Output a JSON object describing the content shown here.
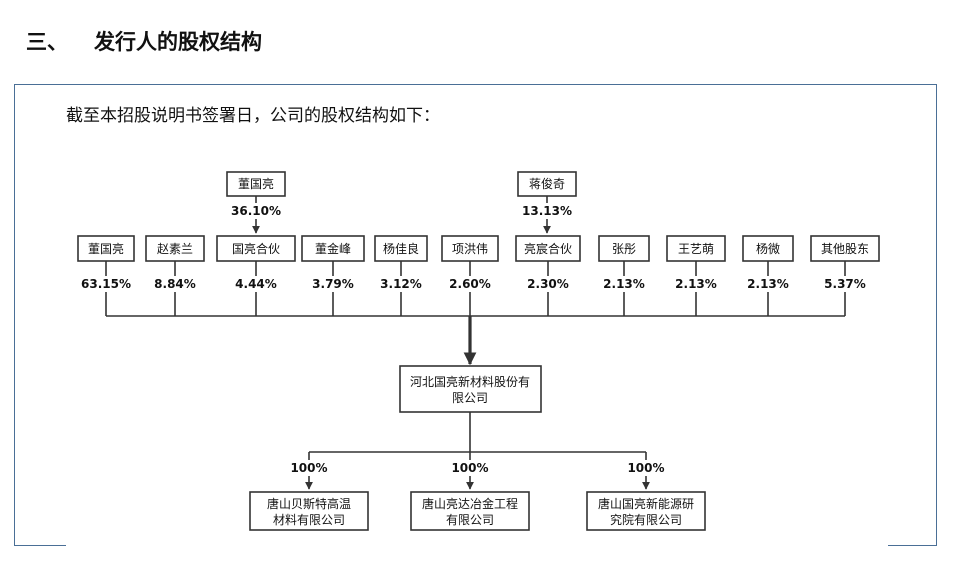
{
  "section": {
    "number": "三、",
    "title": "发行人的股权结构"
  },
  "intro": "截至本招股说明书签署日，公司的股权结构如下：",
  "upper_holders": [
    {
      "name": "董国亮",
      "pct": "36.10%"
    },
    {
      "name": "蒋俊奇",
      "pct": "13.13%"
    }
  ],
  "shareholders": [
    {
      "name": "董国亮",
      "pct": "63.15%"
    },
    {
      "name": "赵素兰",
      "pct": "8.84%"
    },
    {
      "name": "国亮合伙",
      "pct": "4.44%"
    },
    {
      "name": "董金峰",
      "pct": "3.79%"
    },
    {
      "name": "杨佳良",
      "pct": "3.12%"
    },
    {
      "name": "项洪伟",
      "pct": "2.60%"
    },
    {
      "name": "亮宸合伙",
      "pct": "2.30%"
    },
    {
      "name": "张彤",
      "pct": "2.13%"
    },
    {
      "name": "王艺萌",
      "pct": "2.13%"
    },
    {
      "name": "杨微",
      "pct": "2.13%"
    },
    {
      "name": "其他股东",
      "pct": "5.37%"
    }
  ],
  "company": {
    "line1": "河北国亮新材料股份有",
    "line2": "限公司"
  },
  "subsidiaries": [
    {
      "line1": "唐山贝斯特高温",
      "line2": "材料有限公司",
      "pct": "100%"
    },
    {
      "line1": "唐山亮达冶金工程",
      "line2": "有限公司",
      "pct": "100%"
    },
    {
      "line1": "唐山国亮新能源研",
      "line2": "究院有限公司",
      "pct": "100%"
    }
  ]
}
